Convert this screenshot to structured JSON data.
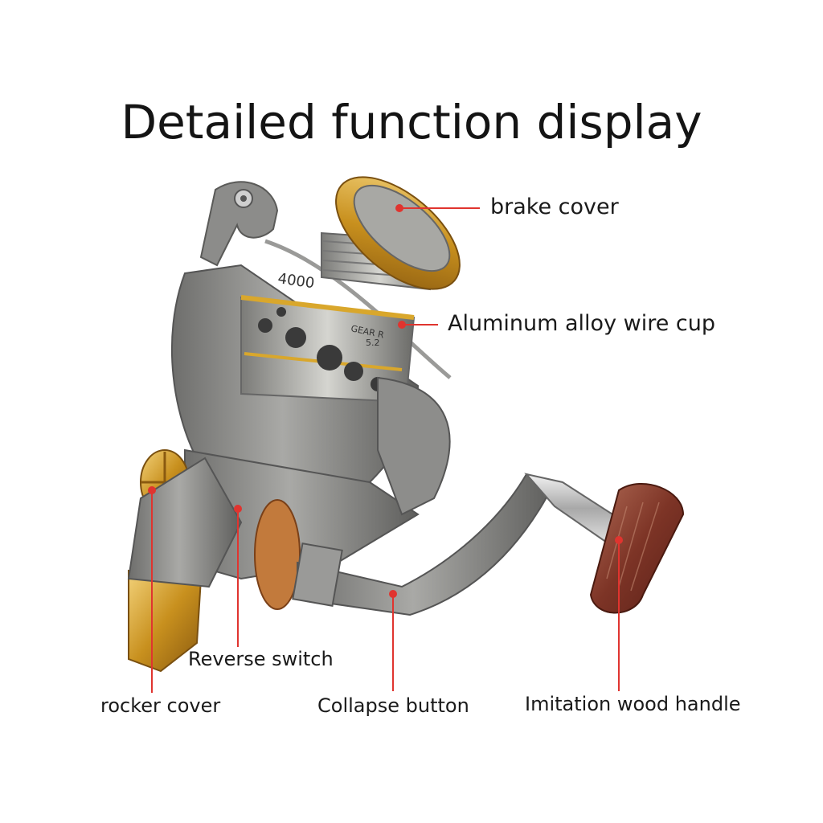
{
  "title": "Detailed function display",
  "labels": {
    "brake_cover": "brake cover",
    "wire_cup": "Aluminum alloy wire cup",
    "reverse_switch": "Reverse switch",
    "rocker_cover": "rocker cover",
    "collapse_button": "Collapse button",
    "wood_handle": "Imitation wood handle"
  },
  "spool_text": {
    "model": "4000",
    "gear": "GEAR R",
    "ratio": "5.2"
  },
  "colors": {
    "leader_line": "#e0342f",
    "body": "#8a8a88",
    "gold": "#d9a72c",
    "wood": "#8a3a2a"
  }
}
